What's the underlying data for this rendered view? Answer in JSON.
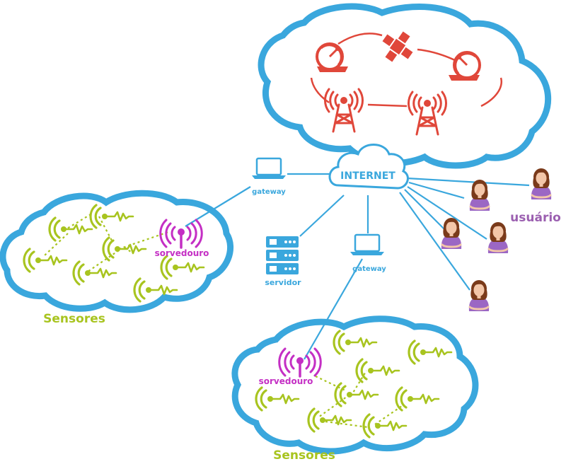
{
  "labels": {
    "internet": "INTERNET",
    "gateway_left": "gateway",
    "gateway_center": "gateway",
    "servidor": "servidor",
    "usuario": "usuário",
    "sorvedouro_left": "sorvedouro",
    "sorvedouro_bottom": "sorvedouro",
    "sensores_left": "Sensores",
    "sensores_bottom": "Sensores"
  },
  "colors": {
    "cloud": "#3aa7dd",
    "link": "#3aa7dd",
    "satellite": "#e0473a",
    "sensor": "#a8c41f",
    "sink": "#c42fc4",
    "user_label": "#9b5fb0",
    "user_shirt": "#9b67c4",
    "user_hair": "#7a3a1a",
    "user_skin": "#f3c6a8",
    "server": "#3aa7dd"
  },
  "icons": {
    "satellite_cloud": [
      "dish-icon",
      "satellite-icon",
      "dish-icon",
      "antenna-tower-icon",
      "antenna-tower-icon"
    ],
    "sensor": "wifi-sensor-icon",
    "sink": "sink-antenna-icon",
    "laptop": "laptop-icon",
    "server": "server-icon",
    "user": "user-avatar-icon"
  }
}
